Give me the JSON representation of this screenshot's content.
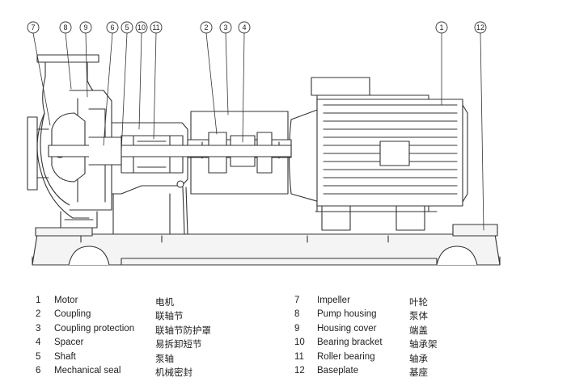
{
  "callouts": [
    "7",
    "8",
    "9",
    "6",
    "5",
    "10",
    "11",
    "2",
    "3",
    "4",
    "1",
    "12"
  ],
  "legend": {
    "left": [
      {
        "num": "1",
        "en": "Motor",
        "zh": "电机"
      },
      {
        "num": "2",
        "en": "Coupling",
        "zh": "联轴节"
      },
      {
        "num": "3",
        "en": "Coupling protection",
        "zh": "联轴节防护罩"
      },
      {
        "num": "4",
        "en": "Spacer",
        "zh": "易拆卸短节"
      },
      {
        "num": "5",
        "en": "Shaft",
        "zh": "泵轴"
      },
      {
        "num": "6",
        "en": "Mechanical seal",
        "zh": "机械密封"
      }
    ],
    "right": [
      {
        "num": "7",
        "en": "Impeller",
        "zh": "叶轮"
      },
      {
        "num": "8",
        "en": "Pump housing",
        "zh": "泵体"
      },
      {
        "num": "9",
        "en": "Housing cover",
        "zh": "端盖"
      },
      {
        "num": "10",
        "en": "Bearing bracket",
        "zh": "轴承架"
      },
      {
        "num": "11",
        "en": "Roller bearing",
        "zh": "轴承"
      },
      {
        "num": "12",
        "en": "Baseplate",
        "zh": "基座"
      }
    ]
  }
}
